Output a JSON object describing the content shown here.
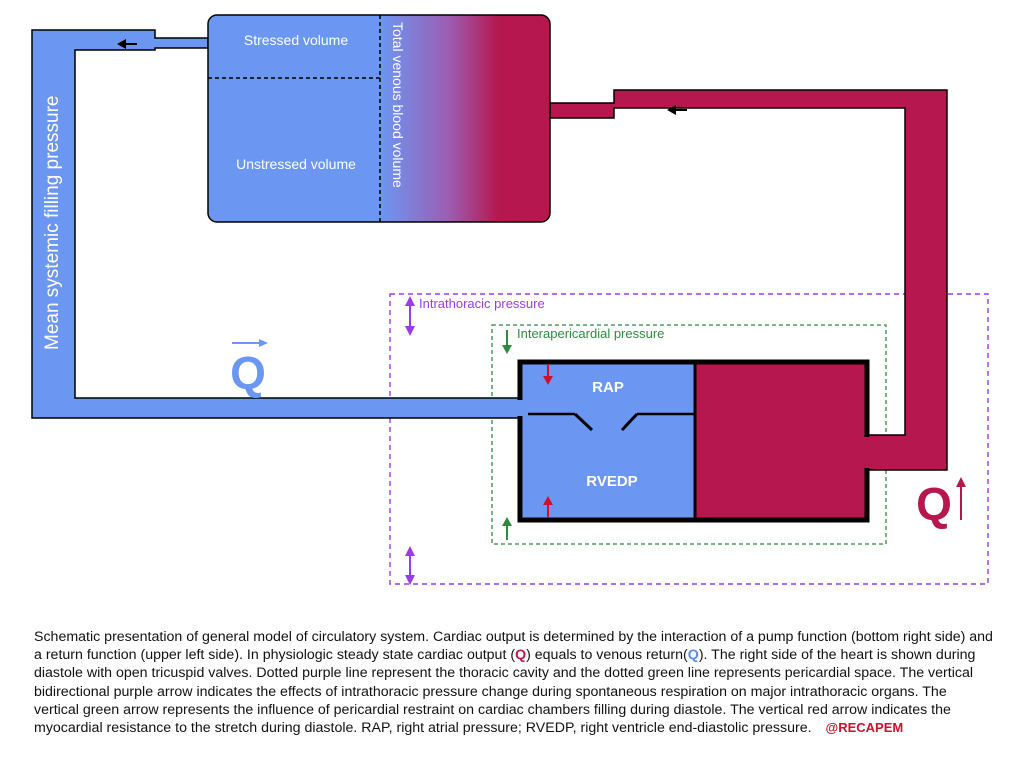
{
  "labels": {
    "stressed_volume": "Stressed volume",
    "unstressed_volume": "Unstressed volume",
    "total_venous_blood_volume": "Total venous blood volume",
    "mean_systemic_filling_pressure": "Mean systemic filling pressure",
    "intrathoracic_pressure": "Intrathoracic pressure",
    "interapericardial_pressure": "Interapericardial pressure",
    "rap": "RAP",
    "rvedp": "RVEDP",
    "venous_return_symbol": "Q",
    "cardiac_output_symbol": "Q"
  },
  "colors": {
    "venous_blue": "#6b97f2",
    "arterial_red": "#b5174e",
    "thoracic_purple": "#9b3be8",
    "pericardial_green": "#2f8a3f",
    "myocardial_arrow_red": "#d0102a",
    "outline": "#000000"
  },
  "caption": {
    "part1": "Schematic presentation of general model of circulatory system. Cardiac output is determined by the interaction of a pump function (bottom right side) and a return function (upper left side). In physiologic steady state cardiac output (",
    "q_red": "Q",
    "part2": ") equals to venous return(",
    "q_blue": "Q",
    "part3": "). The right side of the heart is shown during diastole with open tricuspid valves. Dotted purple line represent the thoracic cavity and the dotted green line represents pericardial space. The vertical bidirectional purple arrow indicates the effects of intrathoracic pressure change during spontaneous respiration on major intrathoracic organs. The vertical green arrow represents the influence of pericardial restraint on cardiac chambers filling during diastole. The vertical red arrow indicates the myocardial resistance to the stretch during diastole. RAP, right atrial pressure; RVEDP, right ventricle end-diastolic pressure.",
    "handle": "@RECAPEM"
  }
}
